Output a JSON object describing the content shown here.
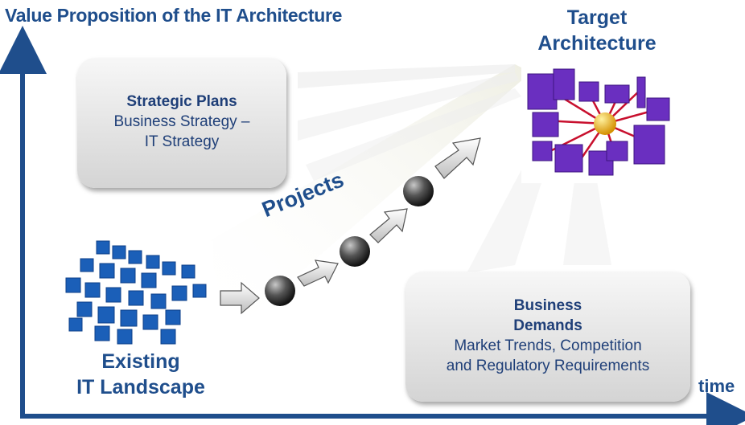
{
  "title": "Value Proposition of the IT Architecture",
  "target": {
    "line1": "Target",
    "line2": "Architecture"
  },
  "existing": {
    "line1": "Existing",
    "line2": "IT Landscape"
  },
  "projects": "Projects",
  "time": "time",
  "strategic": {
    "heading": "Strategic Plans",
    "line1": "Business Strategy –",
    "line2": "IT Strategy"
  },
  "demands": {
    "heading1": "Business",
    "heading2": "Demands",
    "line1": "Market Trends, Competition",
    "line2": "and Regulatory Requirements"
  },
  "colors": {
    "text": "#1f4e8c",
    "axis": "#1f4e8c",
    "cube_blue": "#1b5fb8",
    "cube_purple": "#6a2fc0",
    "hub": "#e0a416"
  }
}
